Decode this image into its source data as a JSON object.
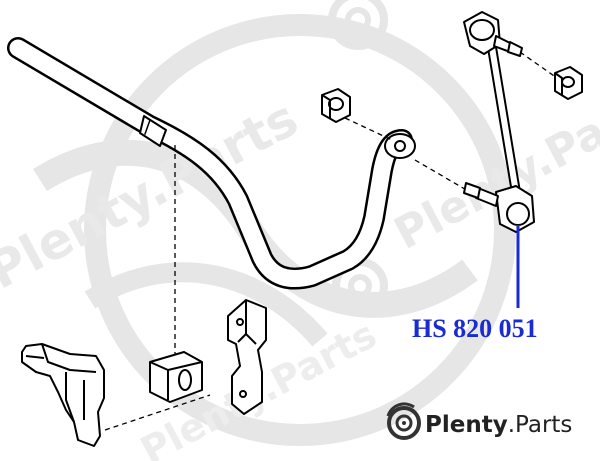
{
  "part_label": {
    "number": "HS 820 051",
    "color": "#1a2bd4"
  },
  "brand": {
    "name_bold": "Plenty",
    "name_rest": ".Parts",
    "icon": "brake-disc-icon"
  },
  "watermark": {
    "text": "Plenty.Parts",
    "color": "#e6e6e6"
  },
  "colors": {
    "line": "#000000",
    "background": "#ffffff",
    "leader": "#1a2bd4"
  }
}
